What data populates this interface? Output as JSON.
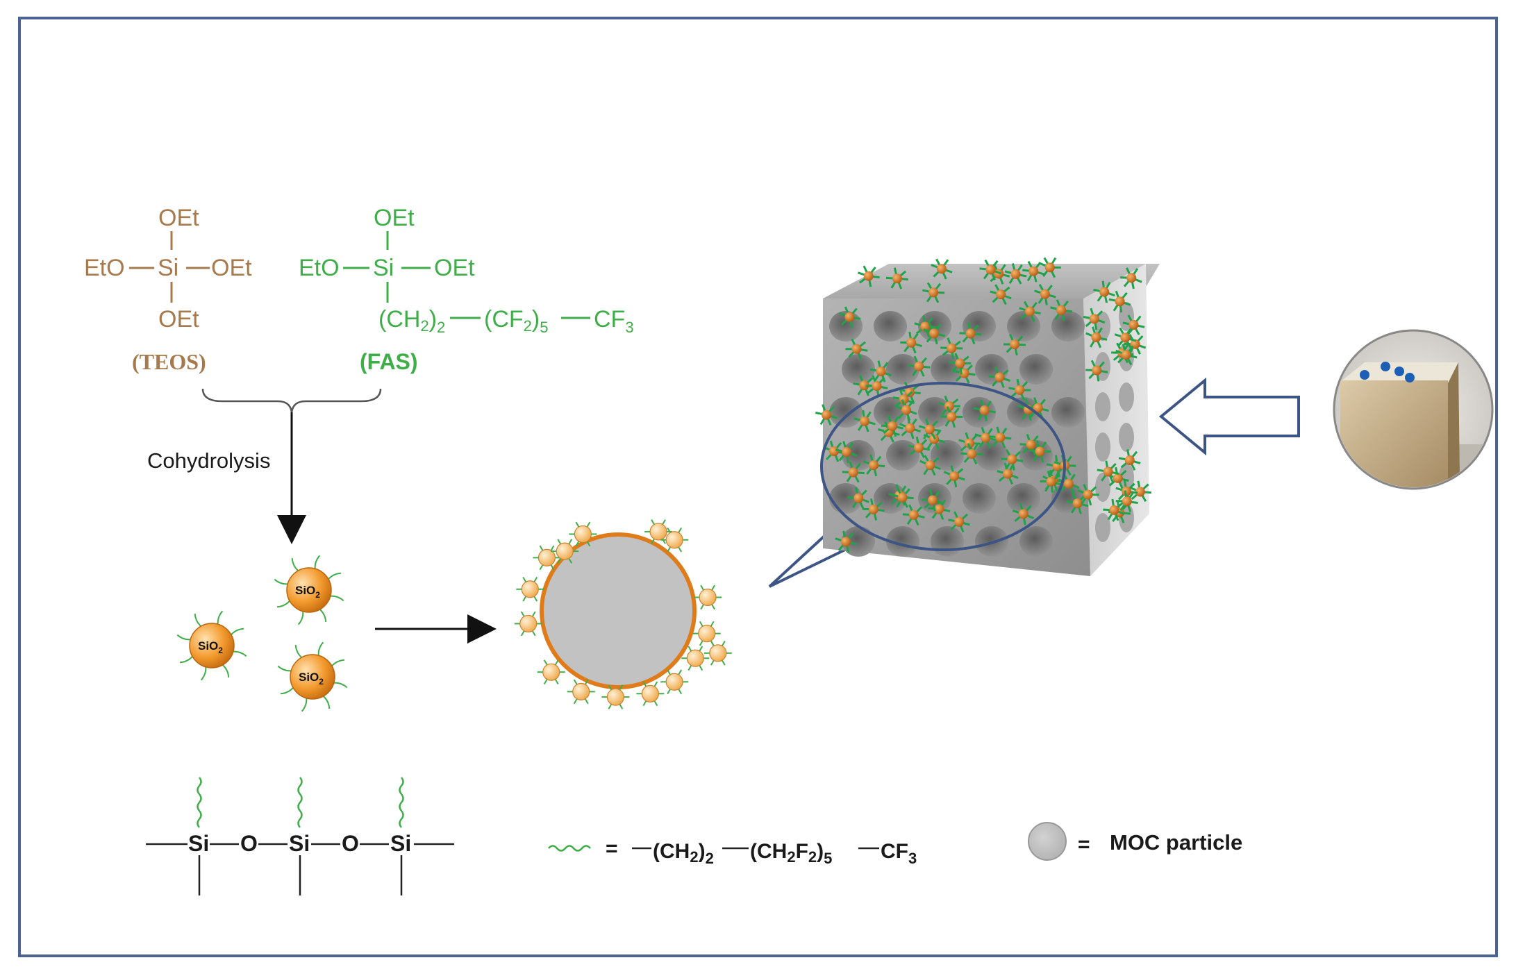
{
  "teos": {
    "top": "OEt",
    "left": "EtO",
    "center": "Si",
    "right": "OEt",
    "bottom": "OEt",
    "label": "(TEOS)",
    "color": "#a77a4d"
  },
  "fas": {
    "top": "OEt",
    "left": "EtO",
    "center": "Si",
    "right": "OEt",
    "chain_a": "(CH",
    "chain_a_sub": "2",
    "chain_a_sub2": "2",
    "chain_b": "(CF",
    "chain_b_sub": "2",
    "chain_b_sub2": "5",
    "chain_c": "CF",
    "chain_c_sub": "3",
    "label": "(FAS)",
    "color": "#3fae49"
  },
  "step": {
    "label": "Cohydrolysis"
  },
  "particles": {
    "label": "SiO",
    "sub": "2"
  },
  "siloxane": {
    "si": "Si",
    "o": "O"
  },
  "legend": {
    "chain_equals": "=",
    "chain_a": "(CH",
    "chain_a_sub": "2",
    "chain_a_sub2": "2",
    "chain_b": "(CH",
    "chain_b_sub": "2",
    "chain_b_mid": "F",
    "chain_b_sub3": "2",
    "chain_b_sub2": "5",
    "chain_c": "CF",
    "chain_c_sub": "3",
    "moc_equals": "=",
    "moc_label": "MOC particle"
  },
  "colors": {
    "frame": "#4a6394",
    "silica_orange": "#f0a040",
    "chain_green": "#3fae49",
    "moc_gray": "#c0c0c0",
    "cube_gray": "#9a9a9a"
  }
}
